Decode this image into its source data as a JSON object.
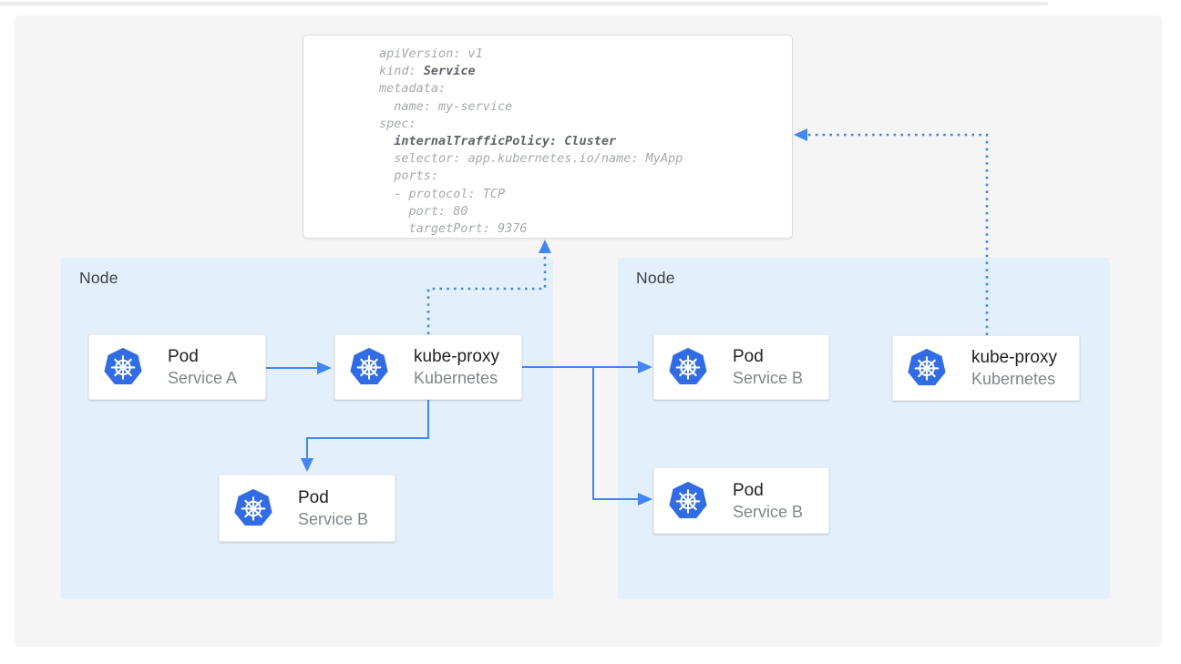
{
  "yaml_card": {
    "lines": [
      {
        "normal": "apiVersion: v1"
      },
      {
        "normal": "kind: ",
        "bold": "Service"
      },
      {
        "normal": "metadata:"
      },
      {
        "normal": "  name: my-service"
      },
      {
        "normal": "spec:"
      },
      {
        "normal": "  ",
        "bold": "internalTrafficPolicy: Cluster"
      },
      {
        "normal": "  selector: app.kubernetes.io/name: MyApp"
      },
      {
        "normal": "  ports:"
      },
      {
        "normal": "  - protocol: TCP"
      },
      {
        "normal": "    port: 80"
      },
      {
        "normal": "    targetPort: 9376"
      }
    ]
  },
  "nodes": {
    "left": {
      "label": "Node"
    },
    "right": {
      "label": "Node"
    }
  },
  "cards": {
    "pod_a": {
      "title": "Pod",
      "subtitle": "Service A"
    },
    "kube_proxy_left": {
      "title": "kube-proxy",
      "subtitle": "Kubernetes"
    },
    "pod_b_left": {
      "title": "Pod",
      "subtitle": "Service B"
    },
    "pod_b_right_top": {
      "title": "Pod",
      "subtitle": "Service B"
    },
    "pod_b_right_bottom": {
      "title": "Pod",
      "subtitle": "Service B"
    },
    "kube_proxy_right": {
      "title": "kube-proxy",
      "subtitle": "Kubernetes"
    }
  },
  "icons": {
    "kubernetes": "kubernetes-wheel-icon"
  },
  "colors": {
    "kubernetes_blue": "#326ce5",
    "arrow_blue": "#4285f4",
    "node_background": "#e3f0fc",
    "canvas_background": "#f5f5f6",
    "title_text": "#202124",
    "subtitle_text": "#80868b",
    "yaml_text": "#a5a8ab",
    "yaml_bold_text": "#5f6368"
  }
}
